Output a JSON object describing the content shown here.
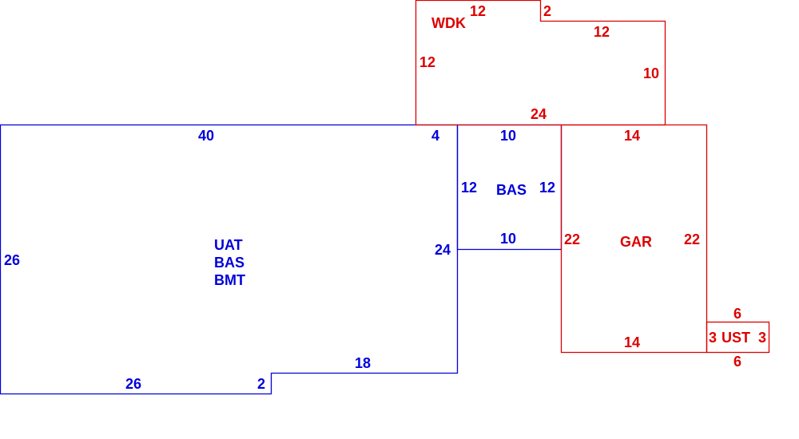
{
  "colors": {
    "living": "#0000dd",
    "other": "#dd0000"
  },
  "areas": {
    "main": {
      "codes": [
        "UAT",
        "BAS",
        "BMT"
      ],
      "dims": {
        "top": "40",
        "top_right": "4",
        "left": "26",
        "right": "24",
        "bottom_left": "26",
        "step": "2",
        "bottom_right": "18"
      }
    },
    "bas": {
      "code": "BAS",
      "dims": {
        "top": "10",
        "left": "12",
        "right": "12",
        "bottom": "10"
      }
    },
    "wdk": {
      "code": "WDK",
      "dims": {
        "top": "12",
        "step": "2",
        "top_right": "12",
        "left": "12",
        "right": "10",
        "bottom": "24"
      }
    },
    "gar": {
      "code": "GAR",
      "dims": {
        "top": "14",
        "left": "22",
        "right": "22",
        "bottom": "14"
      }
    },
    "ust": {
      "code": "UST",
      "dims": {
        "left": "3",
        "top": "6",
        "bottom": "6",
        "right": "3"
      }
    }
  }
}
